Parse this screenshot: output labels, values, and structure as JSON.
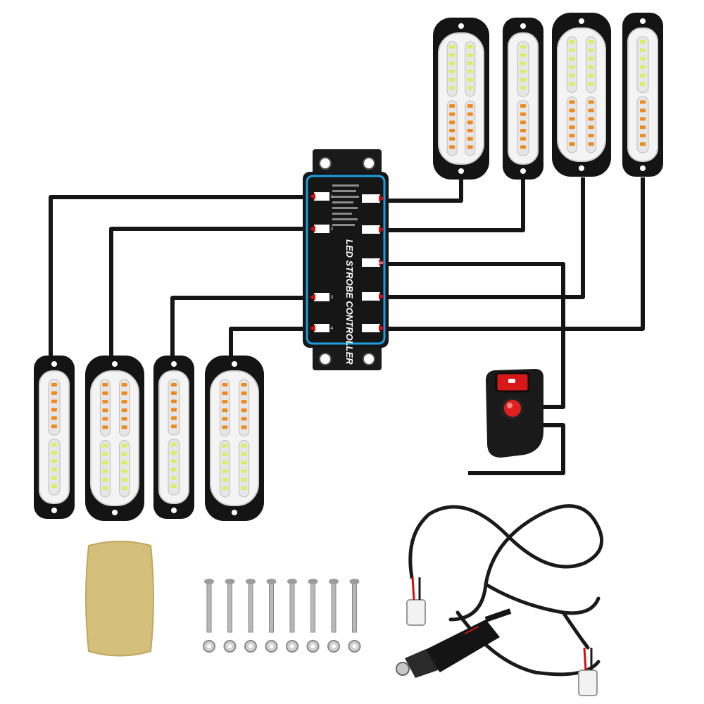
{
  "product": {
    "controller_title": "LED STROBE CONTROLLER",
    "ports": {
      "left": [
        "Output 1",
        "Output 2",
        "Output 3",
        "Output 4"
      ],
      "right": [
        "Output 5",
        "Output 6",
        "Power switch",
        "Output 7",
        "Output 8"
      ]
    },
    "light_count_top": 4,
    "light_count_bottom": 4,
    "bolt_count": 8,
    "colors": {
      "amber_led": "#f08a1a",
      "green_led": "#d8f060",
      "housing": "#141414",
      "controller_trim": "#1aa0e0",
      "switch_red": "#e02020",
      "pad": "#d4c07a"
    }
  }
}
